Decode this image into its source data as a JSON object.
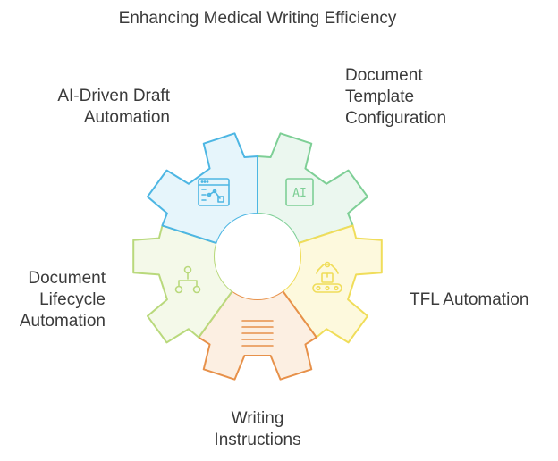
{
  "title": "Enhancing Medical Writing Efficiency",
  "segments": [
    {
      "id": "ai-draft",
      "lines": [
        "AI-Driven Draft",
        "Automation"
      ],
      "color": "#4db6e3",
      "fill": "#e6f5fb",
      "icon": "flowchart-window-icon"
    },
    {
      "id": "doc-template",
      "lines": [
        "Document",
        "Template",
        "Configuration"
      ],
      "color": "#7ecf96",
      "fill": "#ebf7ef",
      "icon": "ai-chip-icon"
    },
    {
      "id": "tfl",
      "lines": [
        "TFL Automation"
      ],
      "color": "#f0dd5a",
      "fill": "#fdf9dd",
      "icon": "robot-conveyor-icon"
    },
    {
      "id": "writing",
      "lines": [
        "Writing",
        "Instructions"
      ],
      "color": "#e7914a",
      "fill": "#fcefe2",
      "icon": "text-lines-icon"
    },
    {
      "id": "doc-lifecycle",
      "lines": [
        "Document",
        "Lifecycle",
        "Automation"
      ],
      "color": "#b9d97c",
      "fill": "#f4f9e9",
      "icon": "branch-nodes-icon"
    }
  ]
}
